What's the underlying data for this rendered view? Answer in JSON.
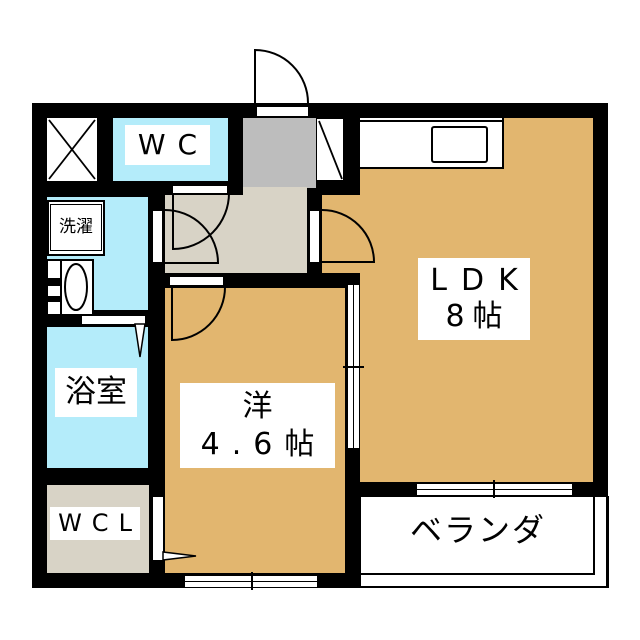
{
  "plan": {
    "colors": {
      "wall": "#000000",
      "floor_orange": "#e2b66f",
      "water_blue": "#b4ecfa",
      "hall_beige": "#d8d3c6",
      "entry_gray": "#bdbdbd"
    },
    "rooms": {
      "wc": {
        "label": "WC"
      },
      "laundry": {
        "label": "洗濯"
      },
      "bathroom": {
        "label": "浴室"
      },
      "walk_in_closet": {
        "label": "WCL"
      },
      "western_room": {
        "label": "洋",
        "size": "4.6帖"
      },
      "ldk": {
        "label": "LDK",
        "size": "8帖"
      },
      "balcony": {
        "label": "ベランダ"
      }
    }
  }
}
